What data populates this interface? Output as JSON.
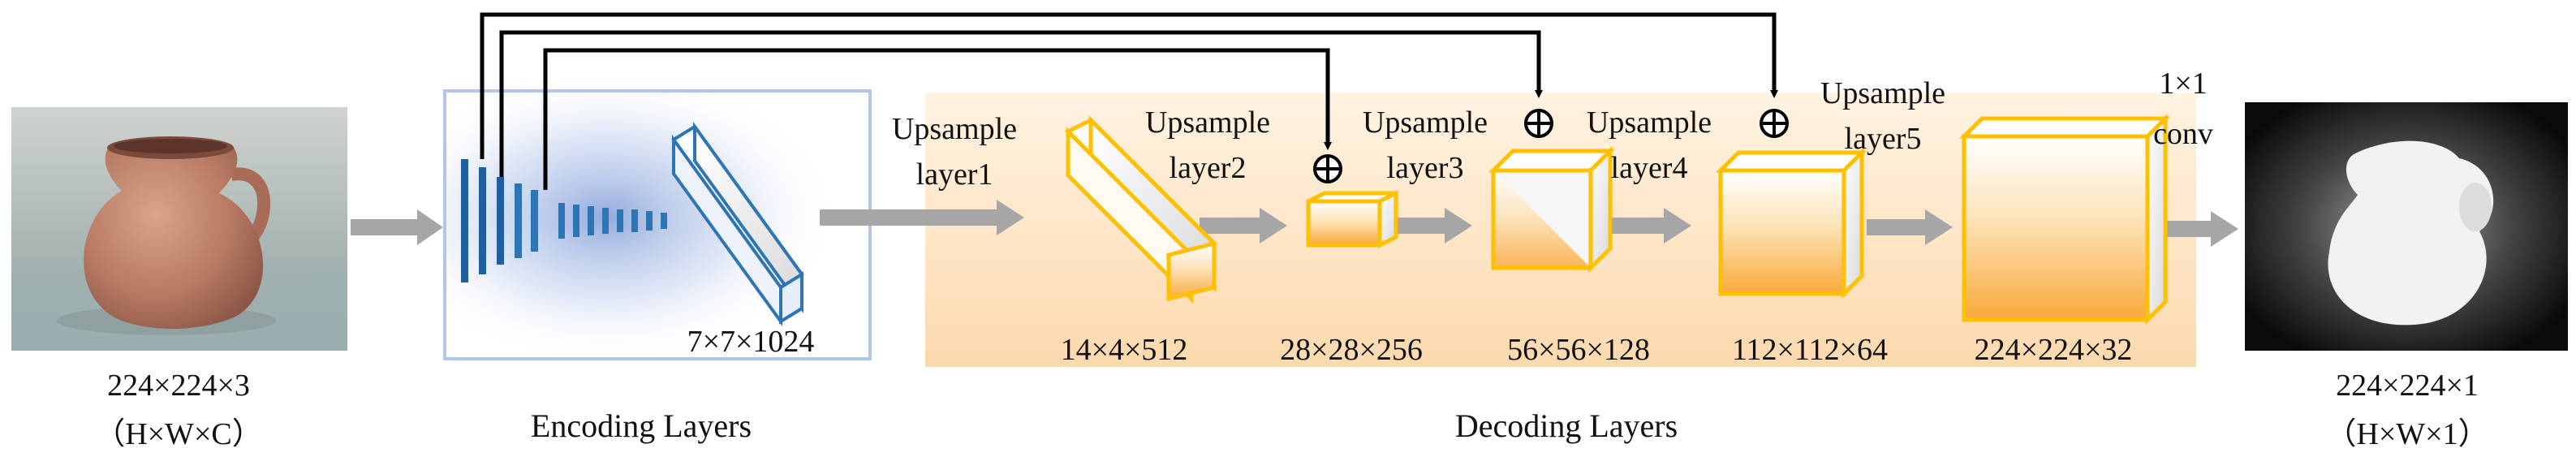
{
  "input": {
    "size_label": "224×224×3",
    "dims_label": "（H×W×C）"
  },
  "encoder": {
    "title": "Encoding Layers",
    "output_label": "7×7×1024"
  },
  "decoder": {
    "title": "Decoding Layers",
    "stages": [
      {
        "name": "Upsample layer1",
        "line1": "Upsample",
        "line2": "layer1",
        "output": "14×4×512"
      },
      {
        "name": "Upsample layer2",
        "line1": "Upsample",
        "line2": "layer2",
        "output": "28×28×256"
      },
      {
        "name": "Upsample layer3",
        "line1": "Upsample",
        "line2": "layer3",
        "output": "56×56×128"
      },
      {
        "name": "Upsample layer4",
        "line1": "Upsample",
        "line2": "layer4",
        "output": "112×112×64"
      },
      {
        "name": "Upsample layer5",
        "line1": "Upsample",
        "line2": "layer5",
        "output": "224×224×32"
      }
    ],
    "final_conv": {
      "line1": "1×1",
      "line2": "conv"
    },
    "skip_symbol": "⊕"
  },
  "output": {
    "size_label": "224×224×1",
    "dims_label": "（H×W×1）"
  },
  "colors": {
    "arrow_gray": "#a6a6a6",
    "encoder_blue": "#2e75b6",
    "encoder_dark_blue": "#1f5fa0",
    "cuboid_orange": "#ffc000",
    "decoder_bg": "#fde4c4",
    "encoder_frame": "#b4c6e7"
  }
}
